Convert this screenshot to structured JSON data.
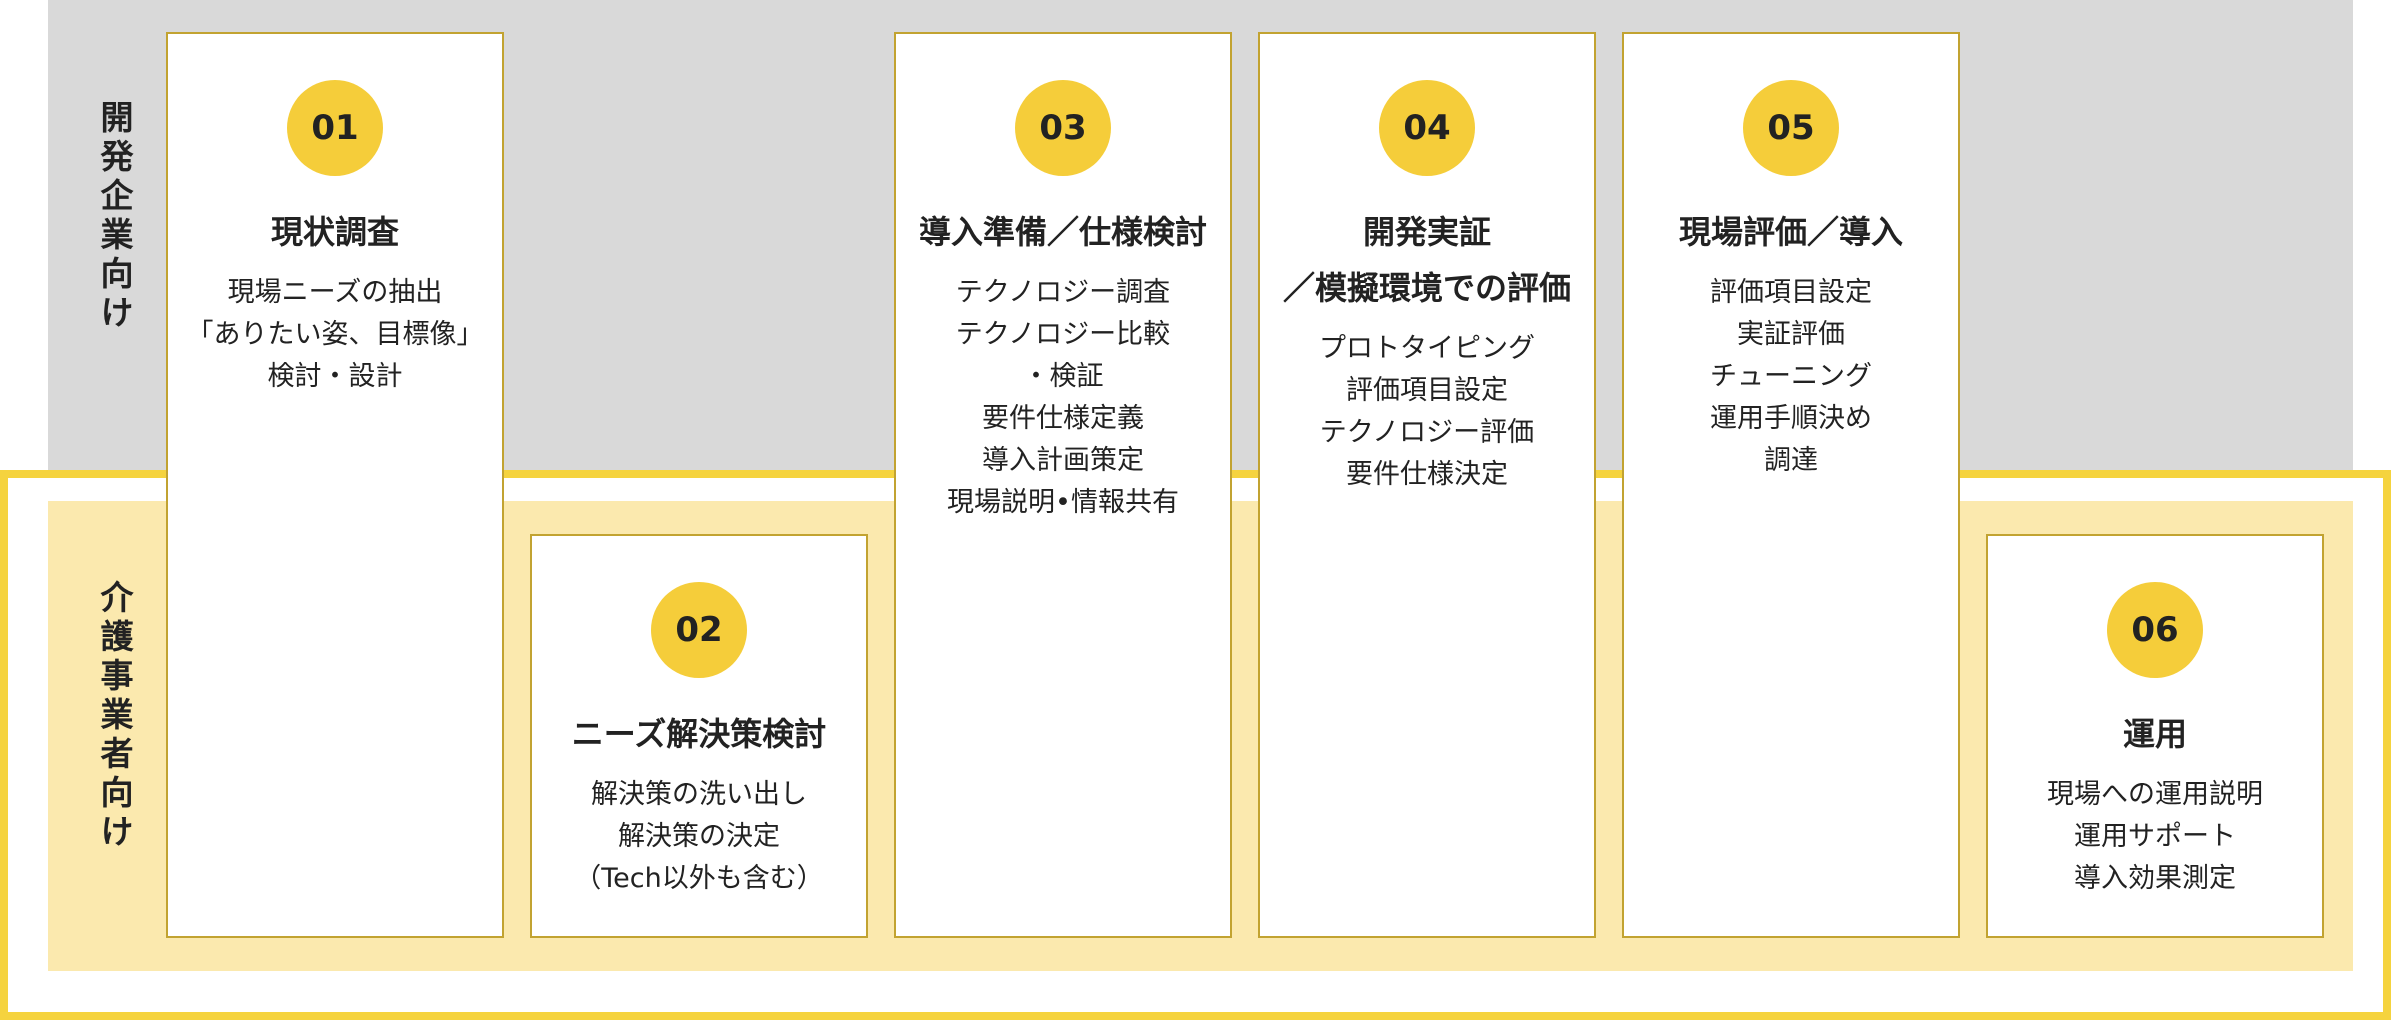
{
  "lanes": {
    "top_label": "開発企業向け",
    "bottom_label": "介護事業者向け"
  },
  "colors": {
    "top_band": "#d9d9d9",
    "bottom_band": "#fbe9ae",
    "frame": "#f5d33e",
    "circle": "#f5cd3a",
    "card_border": "#c2a331"
  },
  "steps": [
    {
      "number": "01",
      "title_lines": [
        "現状調査"
      ],
      "items": [
        "現場ニーズの抽出",
        "「ありたい姿、目標像」",
        "検討・設計"
      ]
    },
    {
      "number": "02",
      "title_lines": [
        "ニーズ解決策検討"
      ],
      "items": [
        "解決策の洗い出し",
        "解決策の決定",
        "（Tech以外も含む）"
      ]
    },
    {
      "number": "03",
      "title_lines": [
        "導入準備／仕様検討"
      ],
      "items": [
        "テクノロジー調査",
        "テクノロジー比較",
        "・検証",
        "要件仕様定義",
        "導入計画策定",
        "現場説明•情報共有"
      ]
    },
    {
      "number": "04",
      "title_lines": [
        "開発実証",
        "／模擬環境での評価"
      ],
      "items": [
        "プロトタイピング",
        "評価項目設定",
        "テクノロジー評価",
        "要件仕様決定"
      ]
    },
    {
      "number": "05",
      "title_lines": [
        "現場評価／導入"
      ],
      "items": [
        "評価項目設定",
        "実証評価",
        "チューニング",
        "運用手順決め",
        "調達"
      ]
    },
    {
      "number": "06",
      "title_lines": [
        "運用"
      ],
      "items": [
        "現場への運用説明",
        "運用サポート",
        "導入効果測定"
      ]
    }
  ]
}
